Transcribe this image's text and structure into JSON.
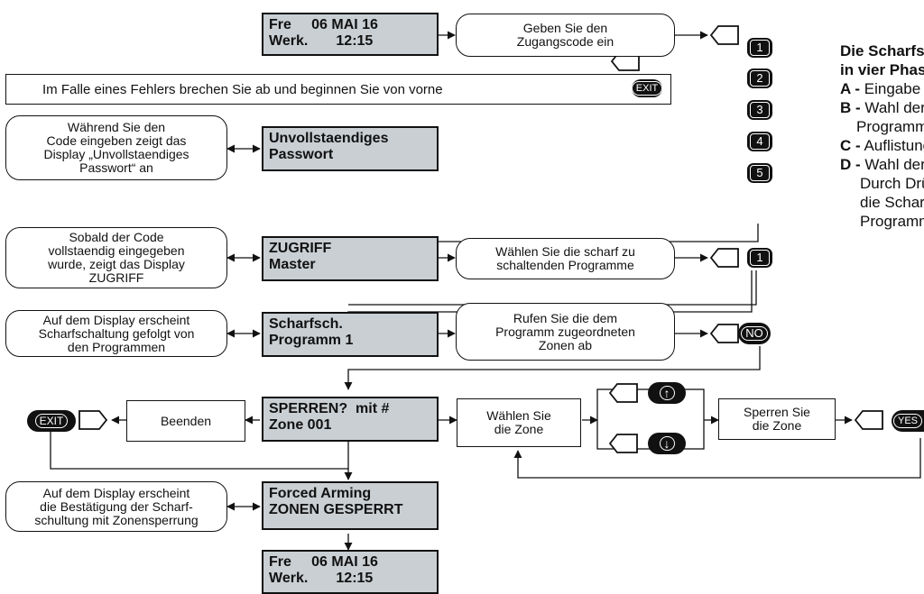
{
  "flow": {
    "display_start": {
      "line1": "Fre     06 MAI 16",
      "line2": "Werk.       12:15"
    },
    "enter_code": "Geben Sie den\nZugangscode ein",
    "error_note": "Im Falle eines Fehlers brechen Sie ab und beginnen Sie von vorne",
    "exit_label": "EXIT",
    "code_keys": [
      "1",
      "2",
      "3",
      "4",
      "5"
    ],
    "incomplete_note": "Während Sie den\nCode eingeben zeigt das\nDisplay „Unvollstaendiges\nPasswort“ an",
    "display_incomplete": {
      "line1": "Unvollstaendiges",
      "line2": "Passwort"
    },
    "access_note": "Sobald der Code\nvollstaendig eingegeben\nwurde, zeigt das Display\nZUGRIFF",
    "display_access": {
      "line1": "ZUGRIFF",
      "line2": "Master"
    },
    "select_programs": "Wählen Sie die scharf zu\nschaltenden Programme",
    "select_key": "1",
    "arming_note": "Auf dem Display erscheint\nScharfschaltung gefolgt von\nden Programmen",
    "display_arming": {
      "line1": "Scharfsch.",
      "line2": "Programm 1"
    },
    "recall_zones": "Rufen Sie die dem\nProgramm zugeordneten\nZonen ab",
    "no_label": "NO",
    "display_bypass": {
      "line1": "SPERREN?  mit #",
      "line2": "Zone 001"
    },
    "finish": "Beenden",
    "select_zone": "Wählen Sie\ndie Zone",
    "bypass_zone": "Sperren Sie\ndie Zone",
    "yes_label": "YES",
    "confirm_note": "Auf dem Display erscheint\ndie Bestätigung der Scharf-\nschultung mit Zonensperrung",
    "display_forced": {
      "line1": "Forced Arming",
      "line2": "ZONEN GESPERRT"
    },
    "display_end": {
      "line1": "Fre     06 MAI 16",
      "line2": "Werk.       12:15"
    }
  },
  "side_panel": {
    "heading1": "Die Scharfschaltung erfolgt",
    "heading2": "in vier Phasen:",
    "items": [
      {
        "letter": "A -",
        "text": "Eingabe des Zugangscodes"
      },
      {
        "letter": "B -",
        "text": "Wahl der scharf zu schaltenden"
      },
      {
        "letter": "",
        "text": "Programme"
      },
      {
        "letter": "C -",
        "text": "Auflistung der Zonen"
      },
      {
        "letter": "D -",
        "text": "Wahl der zu sperrenden Zonen"
      },
      {
        "letter": "",
        "text": "Durch Drücken von YES wird"
      },
      {
        "letter": "",
        "text": "die Scharfschaltung mit den"
      },
      {
        "letter": "",
        "text": "Programmen vorgenommen"
      }
    ]
  }
}
